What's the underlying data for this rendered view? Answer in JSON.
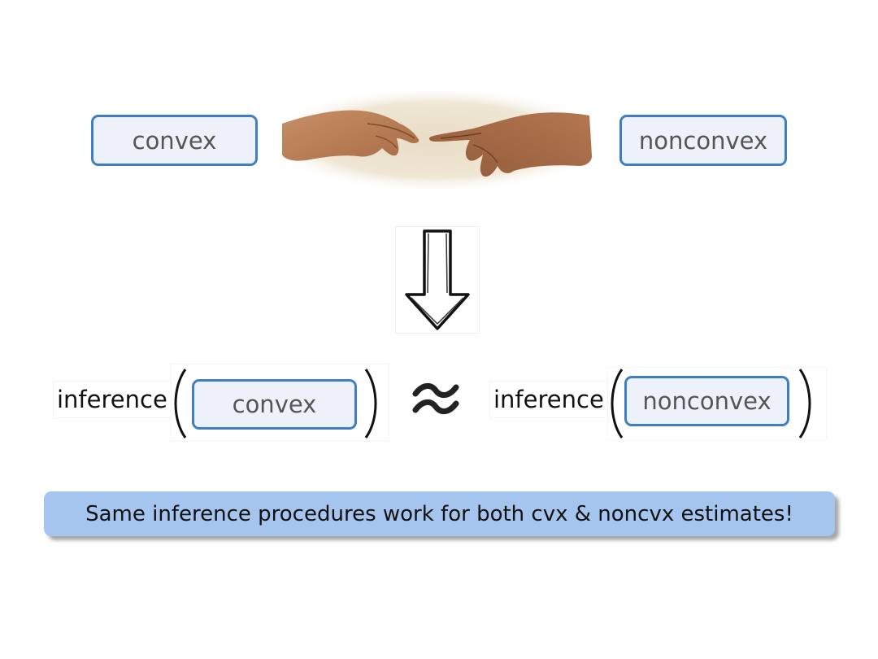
{
  "top_row": {
    "left_box": "convex",
    "right_box": "nonconvex",
    "image": "hands-reaching-image"
  },
  "arrow": {
    "icon": "down-arrow-icon"
  },
  "formula": {
    "left_function": "inference",
    "left_argument": "convex",
    "relation": "≈",
    "right_function": "inference",
    "right_argument": "nonconvex"
  },
  "banner": {
    "text": "Same inference procedures work for both cvx & noncvx estimates!"
  },
  "colors": {
    "box_border": "#3f7fc1",
    "box_fill": "#edf2fa",
    "banner_fill": "#a5c5ee"
  }
}
